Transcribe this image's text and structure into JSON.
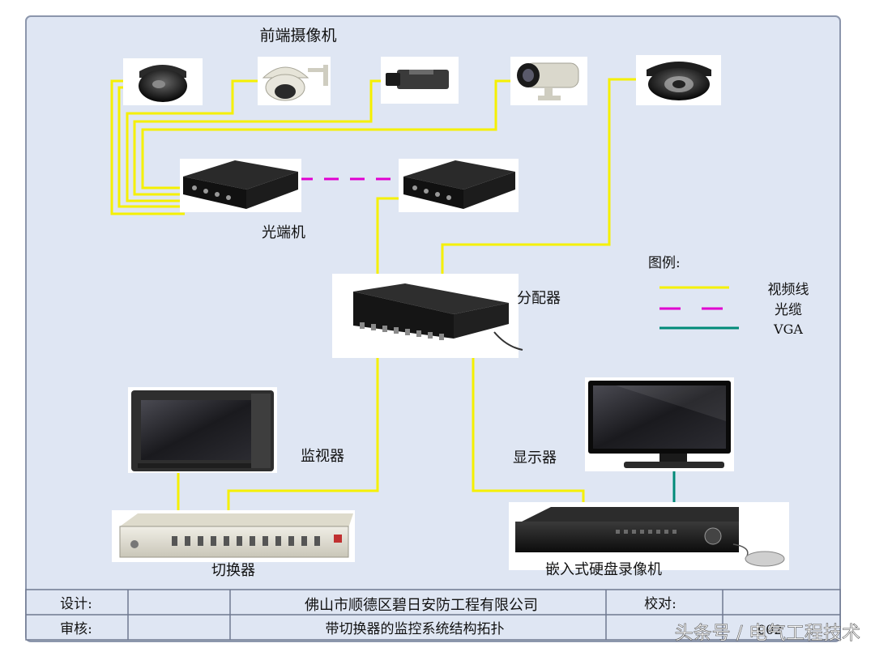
{
  "labels": {
    "cameras_title": "前端摄像机",
    "fiber_unit": "光端机",
    "distributor": "分配器",
    "monitor": "监视器",
    "display": "显示器",
    "switcher": "切换器",
    "dvr": "嵌入式硬盘录像机"
  },
  "legend": {
    "title": "图例:",
    "items": [
      {
        "label": "视频线",
        "color": "#f5f000",
        "style": "solid"
      },
      {
        "label": "光缆",
        "color": "#e000d0",
        "style": "dashed"
      },
      {
        "label": "VGA",
        "color": "#008a78",
        "style": "solid"
      }
    ]
  },
  "title_block": {
    "design_label": "设计:",
    "review_label": "审核:",
    "company": "佛山市顺德区碧日安防工程有限公司",
    "drawing_title": "带切换器的监控系统结构拓扑",
    "check_label": "校对:",
    "code": "002"
  },
  "watermark": "头条号 / 电气工程技术",
  "colors": {
    "video": "#f5f000",
    "fiber": "#e000d0",
    "vga": "#008a78",
    "background": "#dfe6f3",
    "border": "#8c96ac"
  }
}
